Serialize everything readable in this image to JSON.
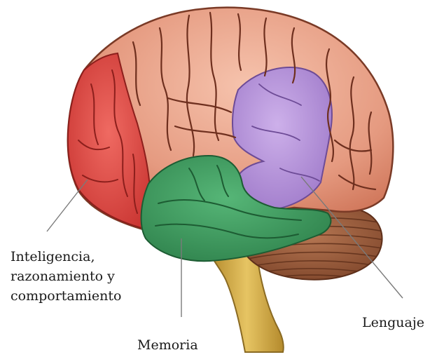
{
  "diagram": {
    "labels": {
      "intelligence": [
        "Inteligencia,",
        "razonamiento y",
        "comportamiento"
      ],
      "memory": "Memoria",
      "language": "Lenguaje"
    },
    "region_colors": {
      "frontal": "#d9423e",
      "temporal": "#3a9a5c",
      "language": "#b08ad6",
      "cortex": "#e9a088",
      "cortex_dark": "#c9704f",
      "cerebellum": "#9a5a3a",
      "brainstem": "#d9b04a",
      "leader_line": "#7a7a7a"
    }
  }
}
